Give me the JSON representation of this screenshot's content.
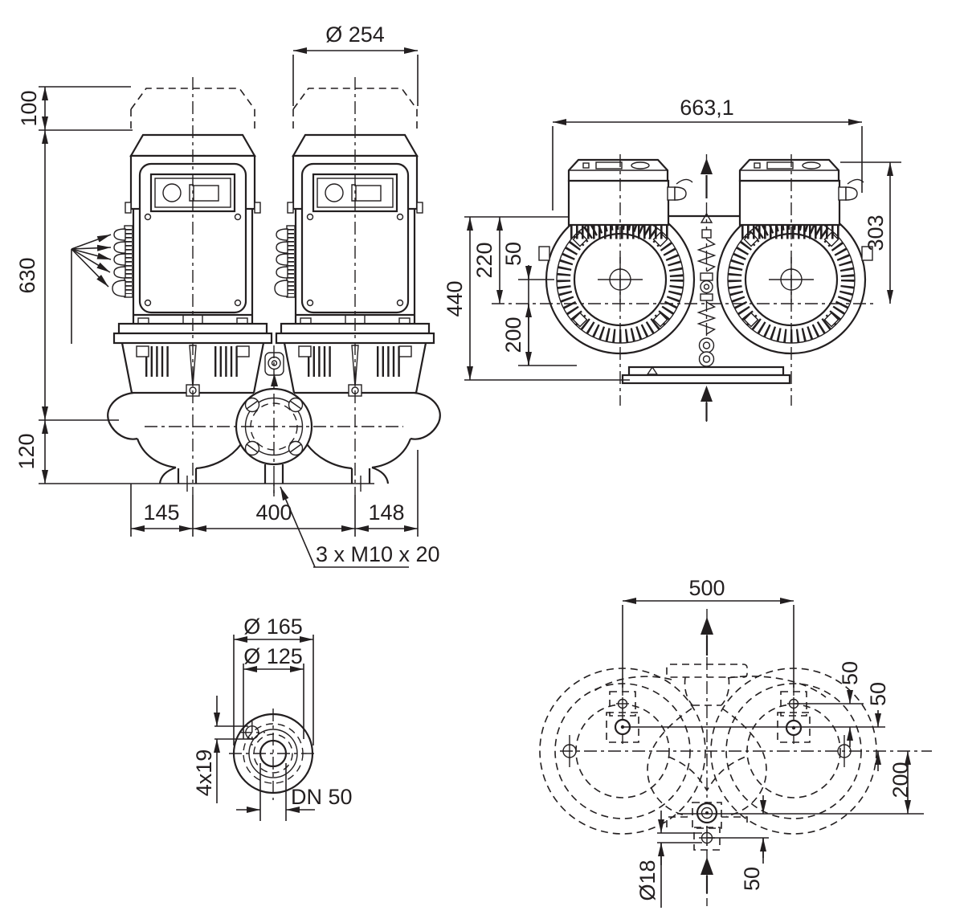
{
  "drawing": {
    "line_color": "#231f20",
    "background": "#ffffff",
    "views": {
      "front": {
        "cap_diameter": "Ø 254",
        "cap_clearance": "100",
        "height_total": "630",
        "height_port": "120",
        "offset_left": "145",
        "axis_spacing": "400",
        "offset_right": "148",
        "screw_note": "3 x M10 x 20"
      },
      "top": {
        "width_total": "663,1",
        "depth_total": "440",
        "depth_axis": "220",
        "axis_offset": "50",
        "depth_lower": "200",
        "motor_height": "303"
      },
      "flange": {
        "outer_diameter": "Ø 165",
        "bolt_circle": "Ø 125",
        "bolt_holes": "4x19",
        "nominal": "DN 50"
      },
      "footprint": {
        "hole_spacing": "500",
        "offset_a": "50",
        "offset_b": "50",
        "depth_axis": "200",
        "hole_diameter": "Ø18",
        "offset_c": "50"
      }
    }
  }
}
